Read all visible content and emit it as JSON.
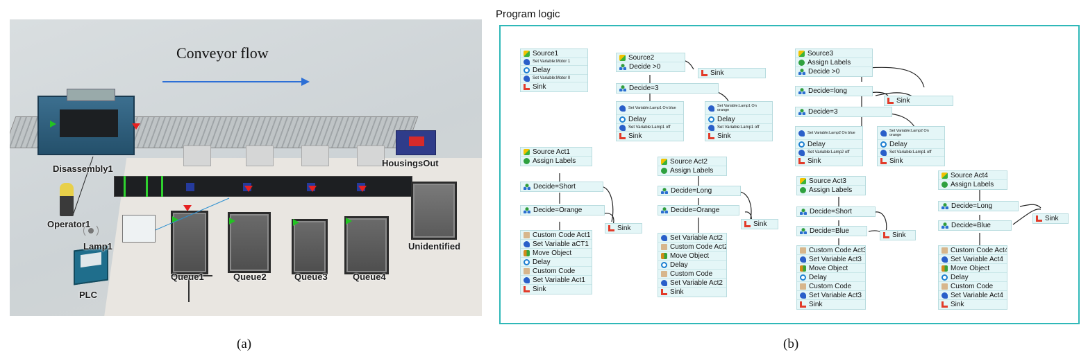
{
  "simulation": {
    "title": "Conveyor flow",
    "labels": {
      "disassembly": "Disassembly1",
      "housings_out": "HousingsOut",
      "operator": "Operator1",
      "lamp": "Lamp1",
      "plc": "PLC",
      "queue1": "Queue1",
      "queue2": "Queue2",
      "queue3": "Queue3",
      "queue4": "Queue4",
      "unidentified": "Unidentified"
    },
    "caption": "(a)"
  },
  "logic": {
    "title": "Program logic",
    "caption": "(b)",
    "blocks": {
      "source1": [
        {
          "icon": "source",
          "text": "Source1"
        },
        {
          "icon": "setvar",
          "text": "Set Variable:Motor 1",
          "size": "sm"
        },
        {
          "icon": "delay",
          "text": "Delay"
        },
        {
          "icon": "setvar",
          "text": "Set Variable:Motor 0",
          "size": "sm"
        },
        {
          "icon": "sink",
          "text": "Sink"
        }
      ],
      "source2": [
        {
          "icon": "source",
          "text": "Source2"
        },
        {
          "icon": "decide",
          "text": "Decide >0"
        }
      ],
      "s2sink": [
        {
          "icon": "sink",
          "text": "Sink"
        }
      ],
      "s2decide3": [
        {
          "icon": "decide",
          "text": "Decide=3"
        }
      ],
      "s2blue": [
        {
          "icon": "setvar",
          "text": "Set Variable:Lamp1 On blue",
          "size": "xs"
        },
        {
          "icon": "delay",
          "text": "Delay"
        },
        {
          "icon": "setvar",
          "text": "Set Variable:Lamp1 off",
          "size": "sm"
        },
        {
          "icon": "sink",
          "text": "Sink"
        }
      ],
      "s2orange": [
        {
          "icon": "setvar",
          "text": "Set Variable:Lamp1 On orange",
          "size": "xs"
        },
        {
          "icon": "delay",
          "text": "Delay"
        },
        {
          "icon": "setvar",
          "text": "Set Variable:Lamp1 off",
          "size": "sm"
        },
        {
          "icon": "sink",
          "text": "Sink"
        }
      ],
      "source3": [
        {
          "icon": "source",
          "text": "Source3"
        },
        {
          "icon": "assign",
          "text": "Assign Labels"
        },
        {
          "icon": "decide",
          "text": "Decide >0"
        }
      ],
      "s3long": [
        {
          "icon": "decide",
          "text": "Decide=long"
        }
      ],
      "s3sink": [
        {
          "icon": "sink",
          "text": "Sink"
        }
      ],
      "s3decide3": [
        {
          "icon": "decide",
          "text": "Decide=3"
        }
      ],
      "s3a": [
        {
          "icon": "setvar",
          "text": "Set Variable:Lamp2 On blue",
          "size": "xs"
        },
        {
          "icon": "delay",
          "text": "Delay"
        },
        {
          "icon": "setvar",
          "text": "Set Variable:Lamp2 off",
          "size": "sm"
        },
        {
          "icon": "sink",
          "text": "Sink"
        }
      ],
      "s3b": [
        {
          "icon": "setvar",
          "text": "Set Variable:Lamp2 On orange",
          "size": "xs"
        },
        {
          "icon": "delay",
          "text": "Delay"
        },
        {
          "icon": "setvar",
          "text": "Set Variable:Lamp1 off",
          "size": "sm"
        },
        {
          "icon": "sink",
          "text": "Sink"
        }
      ],
      "act1head": [
        {
          "icon": "source",
          "text": "Source Act1"
        },
        {
          "icon": "assign",
          "text": "Assign Labels"
        }
      ],
      "act1short": [
        {
          "icon": "decide",
          "text": "Decide=Short"
        }
      ],
      "act1orange": [
        {
          "icon": "decide",
          "text": "Decide=Orange"
        }
      ],
      "act1sink": [
        {
          "icon": "sink",
          "text": "Sink"
        }
      ],
      "act1body": [
        {
          "icon": "custom",
          "text": "Custom Code Act1"
        },
        {
          "icon": "setvar",
          "text": "Set Variable aCT1"
        },
        {
          "icon": "move",
          "text": "Move Object"
        },
        {
          "icon": "delay",
          "text": "Delay"
        },
        {
          "icon": "custom",
          "text": "Custom Code"
        },
        {
          "icon": "setvar",
          "text": "Set Variable Act1"
        },
        {
          "icon": "sink",
          "text": "Sink"
        }
      ],
      "act2head": [
        {
          "icon": "source",
          "text": "Source Act2"
        },
        {
          "icon": "assign",
          "text": "Assign Labels"
        }
      ],
      "act2long": [
        {
          "icon": "decide",
          "text": "Decide=Long"
        }
      ],
      "act2orange": [
        {
          "icon": "decide",
          "text": "Decide=Orange"
        }
      ],
      "act2sink": [
        {
          "icon": "sink",
          "text": "Sink"
        }
      ],
      "act2body": [
        {
          "icon": "setvar",
          "text": "Set Variable Act2"
        },
        {
          "icon": "custom",
          "text": "Custom Code Act2"
        },
        {
          "icon": "move",
          "text": "Move Object"
        },
        {
          "icon": "delay",
          "text": "Delay"
        },
        {
          "icon": "custom",
          "text": "Custom Code"
        },
        {
          "icon": "setvar",
          "text": "Set Variable Act2"
        },
        {
          "icon": "sink",
          "text": "Sink"
        }
      ],
      "act3head": [
        {
          "icon": "source",
          "text": "Source Act3"
        },
        {
          "icon": "assign",
          "text": "Assign Labels"
        }
      ],
      "act3short": [
        {
          "icon": "decide",
          "text": "Decide=Short"
        }
      ],
      "act3blue": [
        {
          "icon": "decide",
          "text": "Decide=Blue"
        }
      ],
      "act3sink": [
        {
          "icon": "sink",
          "text": "Sink"
        }
      ],
      "act3body": [
        {
          "icon": "custom",
          "text": "Custom Code Act3"
        },
        {
          "icon": "setvar",
          "text": "Set Variable Act3"
        },
        {
          "icon": "move",
          "text": "Move Object"
        },
        {
          "icon": "delay",
          "text": "Delay"
        },
        {
          "icon": "custom",
          "text": "Custom Code"
        },
        {
          "icon": "setvar",
          "text": "Set Variable Act3"
        },
        {
          "icon": "sink",
          "text": "Sink"
        }
      ],
      "act4head": [
        {
          "icon": "source",
          "text": "Source Act4"
        },
        {
          "icon": "assign",
          "text": "Assign Labels"
        }
      ],
      "act4long": [
        {
          "icon": "decide",
          "text": "Decide=Long"
        }
      ],
      "act4blue": [
        {
          "icon": "decide",
          "text": "Decide=Blue"
        }
      ],
      "act4sink": [
        {
          "icon": "sink",
          "text": "Sink"
        }
      ],
      "act4body": [
        {
          "icon": "custom",
          "text": "Custom Code Act4"
        },
        {
          "icon": "setvar",
          "text": "Set Variable Act4"
        },
        {
          "icon": "move",
          "text": "Move Object"
        },
        {
          "icon": "delay",
          "text": "Delay"
        },
        {
          "icon": "custom",
          "text": "Custom Code"
        },
        {
          "icon": "setvar",
          "text": "Set Variable Act4"
        },
        {
          "icon": "sink",
          "text": "Sink"
        }
      ]
    }
  }
}
